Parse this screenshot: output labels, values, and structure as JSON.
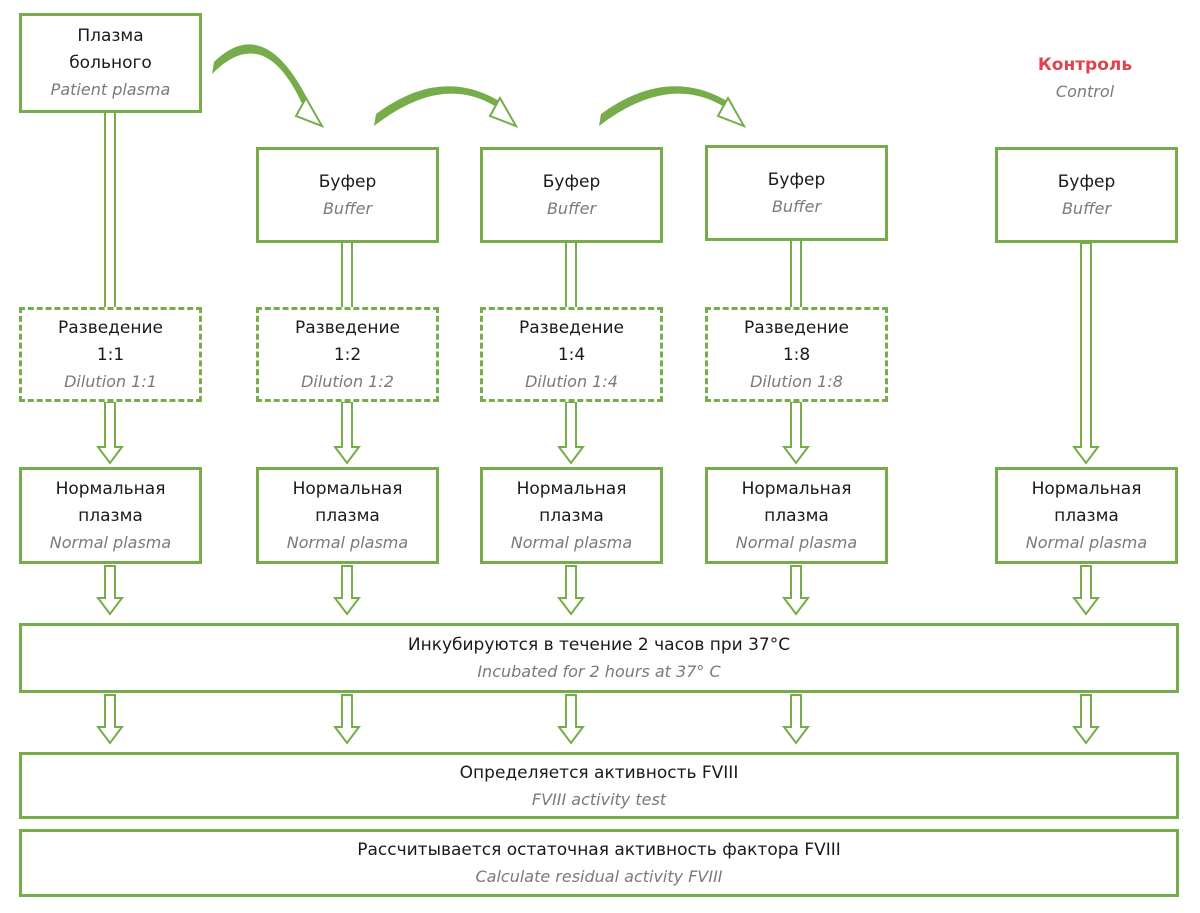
{
  "colors": {
    "box_border": "#76ac49",
    "arrow_outline": "#76ac49",
    "arrow_fill": "#ffffff",
    "curved_arrow": "#76ac49",
    "text_main": "#1a1a1a",
    "text_translation": "#7a7a7a",
    "control_title": "#e0434d"
  },
  "patient_plasma": {
    "ru_line1": "Плазма",
    "ru_line2": "больного",
    "en": "Patient plasma"
  },
  "control": {
    "ru": "Контроль",
    "en": "Control"
  },
  "buffer": {
    "ru": "Буфер",
    "en": "Buffer"
  },
  "dilutions": [
    {
      "ru": "Разведение",
      "ratio": "1:1",
      "en": "Dilution 1:1"
    },
    {
      "ru": "Разведение",
      "ratio": "1:2",
      "en": "Dilution 1:2"
    },
    {
      "ru": "Разведение",
      "ratio": "1:4",
      "en": "Dilution 1:4"
    },
    {
      "ru": "Разведение",
      "ratio": "1:8",
      "en": "Dilution 1:8"
    }
  ],
  "normal_plasma": {
    "ru_line1": "Нормальная",
    "ru_line2": "плазма",
    "en": "Normal plasma"
  },
  "incubation": {
    "ru": "Инкубируются в течение  2 часов при  37°С",
    "en": "Incubated for 2 hours at 37° C"
  },
  "activity": {
    "ru": "Определяется активность  FVIII",
    "en": "FVIII activity test"
  },
  "residual": {
    "ru": "Рассчитывается остаточная активность фактора  FVIII",
    "en": "Calculate residual activity FVIII"
  }
}
